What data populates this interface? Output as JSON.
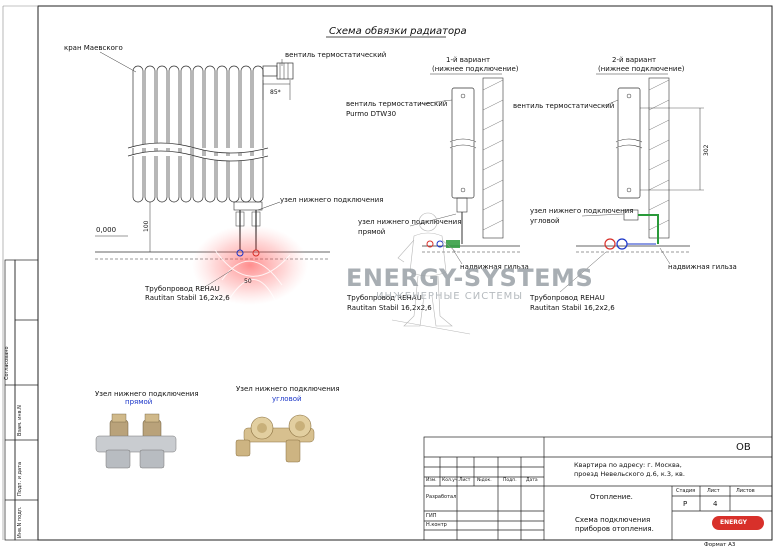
{
  "title": "Схема обвязки радиатора",
  "main_radiator": {
    "label_valve_mayevsky": "кран Маевского",
    "label_thermo_valve": "вентиль термостатический",
    "dim_85": "85*",
    "label_bottom_node": "узел нижнего подключения",
    "level": "0,000",
    "dim_100": "100",
    "dim_50": "50",
    "pipe_line1": "Трубопровод REHAU",
    "pipe_line2": "Rautitan Stabil 16,2х2,6"
  },
  "variant1": {
    "title1": "1-й вариант",
    "title2": "(нижнее подключение)",
    "thermo_line1": "вентиль термостатический",
    "thermo_line2": "Purmo DTW30",
    "node_line1": "узел нижнего подключения",
    "node_line2": "прямой",
    "sleeve": "надвижная гильза",
    "pipe_line1": "Трубопровод REHAU",
    "pipe_line2": "Rautitan Stabil 16,2х2,6"
  },
  "variant2": {
    "title1": "2-й вариант",
    "title2": "(нижнее подключение)",
    "thermo": "вентиль термостатический",
    "dim_302": "302",
    "node_line1": "узел нижнего подключения",
    "node_line2": "угловой",
    "sleeve": "надвижная гильза",
    "pipe_line1": "Трубопровод REHAU",
    "pipe_line2": "Rautitan Stabil 16,2х2,6"
  },
  "photos": {
    "straight_line1": "Узел нижнего подключения",
    "straight_line2": "прямой",
    "angled_line1": "Узел нижнего подключения",
    "angled_line2": "угловой"
  },
  "watermark": {
    "brand": "ENERGY-SYSTEMS",
    "tagline": "ИНЖЕНЕРНЫЕ СИСТЕМЫ"
  },
  "stamp": {
    "code": "ОВ",
    "address_line1": "Квартира по адресу: г. Москва,",
    "address_line2": "проезд Невельского д.6, к.3, кв.",
    "section": "Отопление.",
    "sheet_title_line1": "Схема подключения",
    "sheet_title_line2": "приборов отопления.",
    "col_izm": "Изм.",
    "col_kol": "Кол.уч.",
    "col_list": "Лист",
    "col_doc": "№док.",
    "col_sign": "Подп.",
    "col_date": "Дата",
    "row_developed": "Разработал",
    "row_gip": "ГИП",
    "row_nkontr": "Н.контр",
    "h_stage": "Стадия",
    "h_sheet": "Лист",
    "h_sheets": "Листов",
    "v_stage": "Р",
    "v_sheet": "4",
    "logo_text": "ENERGY",
    "format": "Формат А3"
  },
  "side_strip": {
    "agreed": "Согласовано",
    "inv_no": "Взам. инв.N",
    "sign_date": "Подп. и дата",
    "inv_orig": "Инв.N подл."
  },
  "colors": {
    "supply_red": "#d8302a",
    "return_blue": "#1a35c8",
    "pipe_green": "#2a9a3a",
    "watermark": "#9aa0a6"
  }
}
